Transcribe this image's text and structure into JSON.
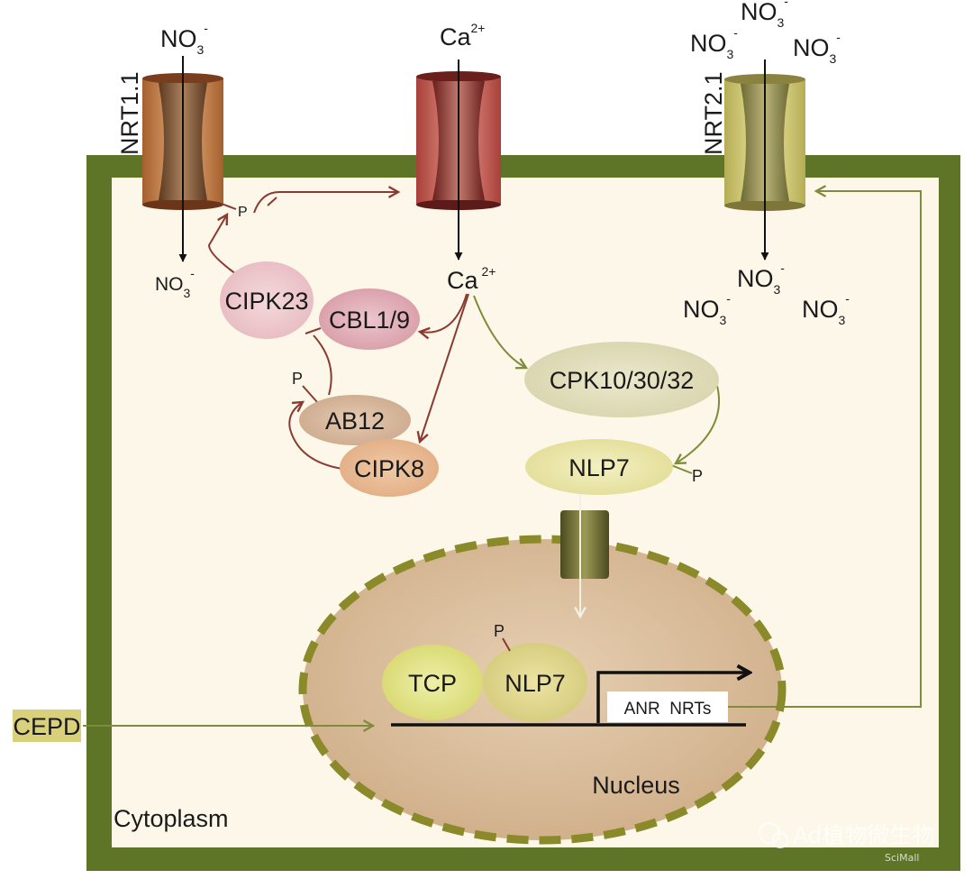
{
  "transporters": {
    "nrt11": "NRT1.1",
    "nrt21": "NRT2.1"
  },
  "ions": {
    "nitrate_base": "NO",
    "nitrate_sub": "3",
    "nitrate_sup": "-",
    "calcium_base": "Ca",
    "calcium_sup": "2+"
  },
  "phospho": "P",
  "nodes": {
    "cipk23": "CIPK23",
    "cbl19": "CBL1/9",
    "ab12": "AB12",
    "cipk8": "CIPK8",
    "cpk": "CPK10/30/32",
    "nlp7_cyto": "NLP7",
    "tcp": "TCP",
    "nlp7_nuc": "NLP7"
  },
  "gene_box": "ANR  NRTs",
  "cepd": "CEPD",
  "compartments": {
    "nucleus": "Nucleus",
    "cytoplasm": "Cytoplasm"
  },
  "watermark": {
    "text": "Ad植物微生物",
    "sub": "SciMall"
  },
  "colors": {
    "cell_wall": "#5e7427",
    "cytoplasm": "#fcf7e8",
    "nucleus": "#d8b896",
    "red_arrow": "#8a3a32",
    "green_arrow": "#7f8c3c"
  }
}
